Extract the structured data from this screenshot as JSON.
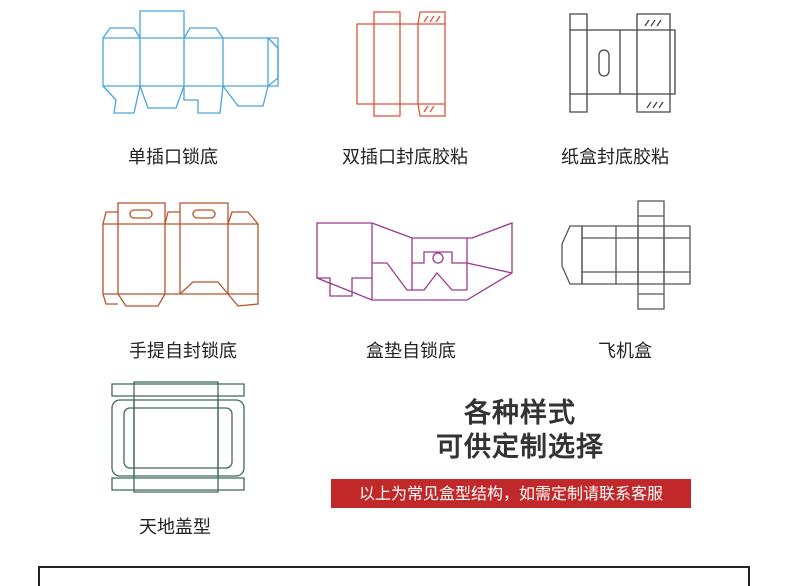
{
  "items": [
    {
      "caption": "单插口锁底",
      "color": "#4aa3e0"
    },
    {
      "caption": "双插口封底胶粘",
      "color": "#e0523a"
    },
    {
      "caption": "纸盒封底胶粘",
      "color": "#444444"
    },
    {
      "caption": "手提自封锁底",
      "color": "#b8552c"
    },
    {
      "caption": "盒垫自锁底",
      "color": "#9a3a8f"
    },
    {
      "caption": "飞机盒",
      "color": "#555555"
    },
    {
      "caption": "天地盖型",
      "color": "#3f6b55"
    }
  ],
  "promo": {
    "line1": "各种样式",
    "line2": "可供定制选择",
    "banner": "以上为常见盒型结构，如需定制请联系客服",
    "banner_color": "#c0282a"
  }
}
